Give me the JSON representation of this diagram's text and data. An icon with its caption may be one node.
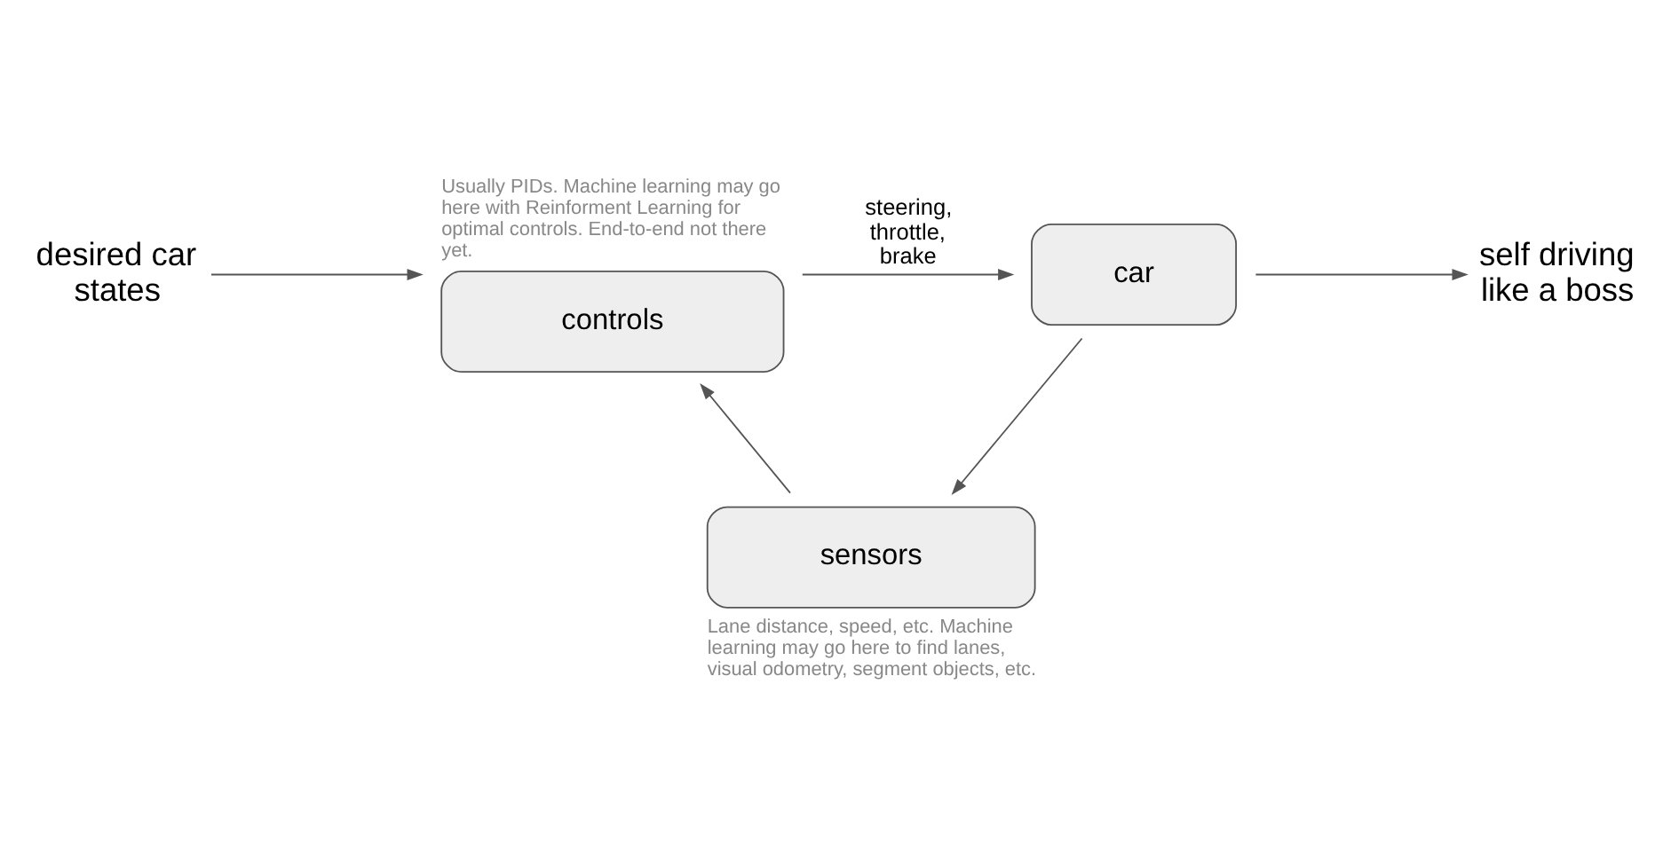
{
  "diagram": {
    "nodes": [
      {
        "text": [
          "desired car states"
        ]
      },
      {
        "text": [
          "controls"
        ],
        "beside": [
          "Usually PIDs. Machine learning may go here with Reinforment Learning for optimal controls. End-to-end not there yet."
        ]
      },
      {
        "text": [
          "car"
        ]
      },
      {
        "text": [
          "self driving like a boss"
        ]
      },
      {
        "text": [
          "sensors"
        ],
        "beside": [
          "Lane distance, speed, etc. Machine learning may go here to find lanes, visual odometry, segment objects, etc."
        ]
      }
    ],
    "edges": [
      {
        "from": 0,
        "to": 1,
        "arrow": "to"
      },
      {
        "from": 1,
        "to": 2,
        "arrow": "to",
        "label": "steering, throttle, brake"
      },
      {
        "from": 2,
        "to": 3,
        "arrow": "to"
      },
      {
        "from": 2,
        "to": 4,
        "arrow": "to"
      },
      {
        "from": 4,
        "to": 1,
        "arrow": "to"
      }
    ]
  }
}
